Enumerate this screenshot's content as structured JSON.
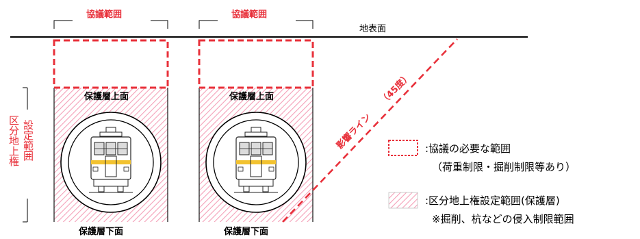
{
  "labels": {
    "consultation_range": "協議範囲",
    "ground_surface": "地表面",
    "protective_layer_top": "保護層上面",
    "protective_layer_bottom": "保護層下面",
    "influence_line": "影響ライン",
    "angle": "（45度）",
    "vertical_label_col1": "区分地上権",
    "vertical_label_col2": "設定範囲"
  },
  "legend": {
    "consultation_line1": ":協議の必要な範囲",
    "consultation_line2": "（荷重制限・掘削制限等あり）",
    "surface_rights_line1": ":区分地上権設定範囲(保護層)",
    "surface_rights_line2": "※掘削、杭などの侵入制限範囲"
  },
  "colors": {
    "red": "#e8303a",
    "hatch": "#f4a0b8",
    "train_yellow": "#f2c230"
  }
}
